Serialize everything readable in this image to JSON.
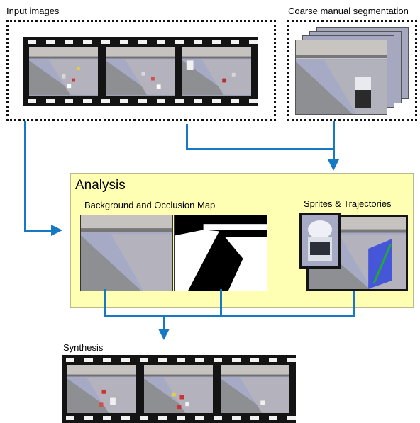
{
  "labels": {
    "input_images": "Input images",
    "coarse_segmentation": "Coarse manual segmentation",
    "analysis": "Analysis",
    "background_occlusion": "Background and Occlusion Map",
    "sprites_trajectories": "Sprites & Trajectories",
    "synthesis": "Synthesis"
  },
  "colors": {
    "arrow": "#1778c4",
    "analysis_fill": "#ffffb4",
    "film": "#141414"
  }
}
